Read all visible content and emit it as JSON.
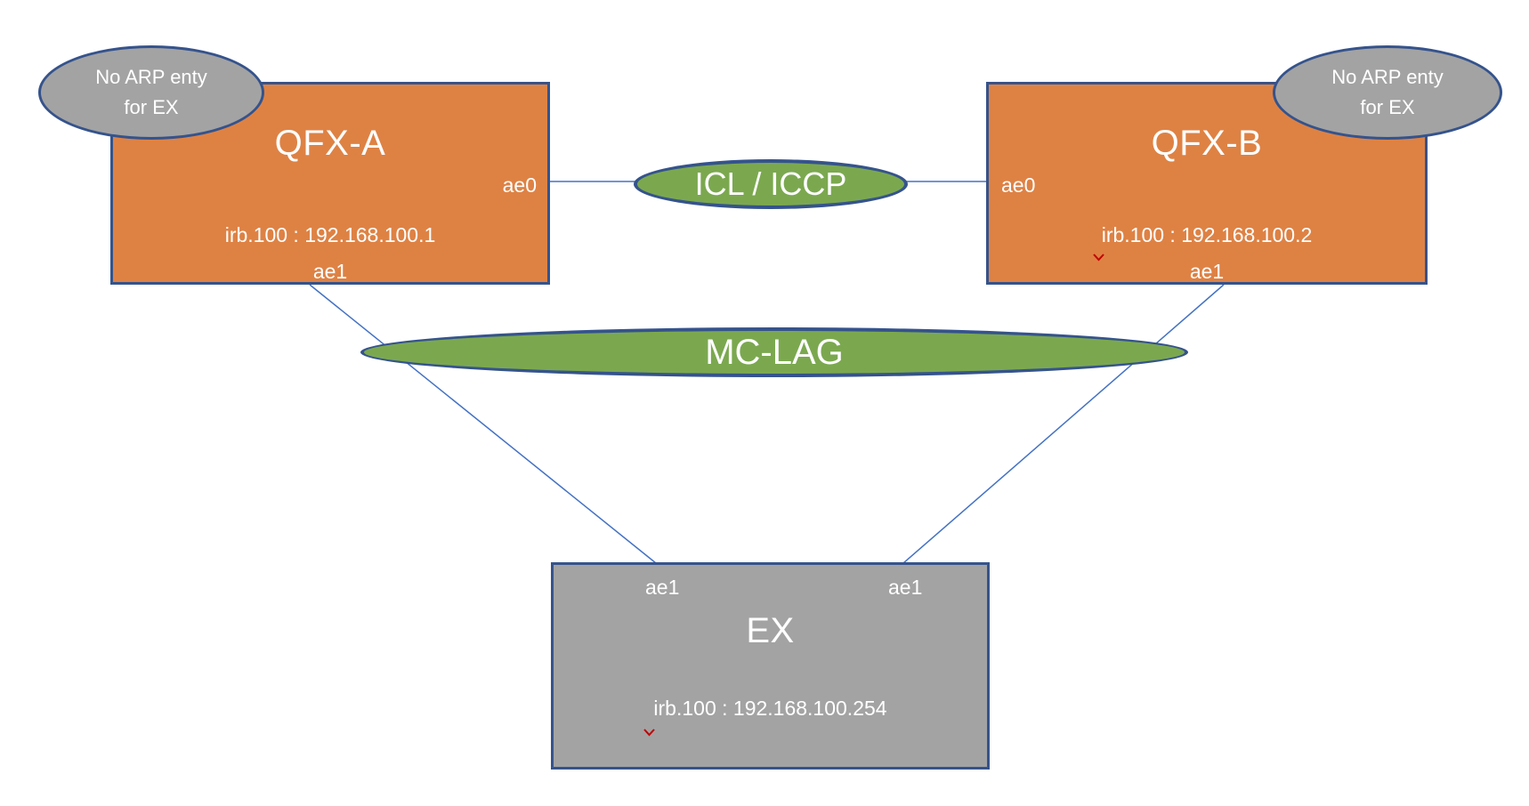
{
  "nodes": {
    "qfx_a": {
      "title": "QFX-A",
      "port_ae0": "ae0",
      "irb": "irb.100 : 192.168.100.1",
      "port_ae1": "ae1"
    },
    "qfx_b": {
      "title": "QFX-B",
      "port_ae0": "ae0",
      "irb": "irb.100 : 192.168.100.2",
      "port_ae1": "ae1"
    },
    "ex": {
      "title": "EX",
      "port_ae1_left": "ae1",
      "port_ae1_right": "ae1",
      "irb": "irb.100 : 192.168.100.254"
    }
  },
  "links": {
    "icl_label": "ICL / ICCP",
    "mclag_label": "MC-LAG"
  },
  "notes": {
    "left": {
      "line1": "No ARP enty",
      "line2": "for EX"
    },
    "right": {
      "line1": "No ARP enty",
      "line2": "for EX"
    }
  },
  "icons": {
    "spellcheck_caret": "down-chevron"
  },
  "colors": {
    "node_orange": "#DE8244",
    "node_gray": "#A3A3A3",
    "link_green": "#7BA84F",
    "shape_border_navy": "#35538C",
    "connector_blue": "#4472C4",
    "text_white": "#FFFFFF",
    "spellcheck_red": "#C00000",
    "background": "#FFFFFF"
  }
}
